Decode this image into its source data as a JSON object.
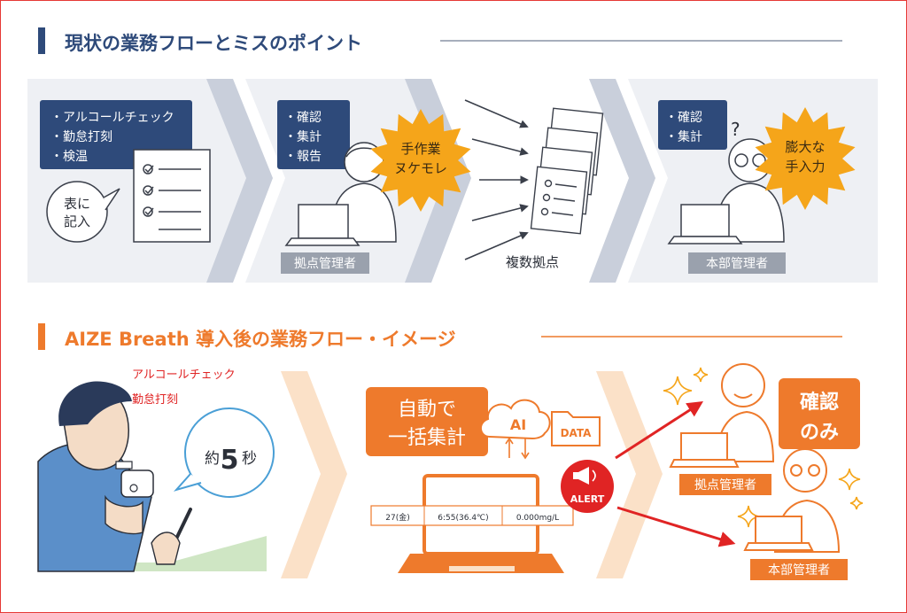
{
  "section1": {
    "title": "現状の業務フローとミスのポイント",
    "step1_items": [
      "・アルコールチェック",
      "・勤怠打刻",
      "・検温"
    ],
    "bubble_lines": [
      "表に",
      "記入"
    ],
    "step2_items": [
      "・確認",
      "・集計",
      "・報告"
    ],
    "star1_lines": [
      "手作業",
      "ヌケモレ"
    ],
    "step2_label": "拠点管理者",
    "multi_label": "複数拠点",
    "step3_items": [
      "・確認",
      "・集計"
    ],
    "question_mark": "?",
    "star2_lines": [
      "膨大な",
      "手入力"
    ],
    "step3_label": "本部管理者"
  },
  "section2": {
    "title": "AIZE Breath 導入後の業務フロー・イメージ",
    "red_lines": [
      "アルコールチェック",
      "勤怠打刻"
    ],
    "bubble_prefix": "約",
    "bubble_number": "5",
    "bubble_suffix": "秒",
    "auto_lines": [
      "自動で",
      "一括集計"
    ],
    "ai_label": "AI",
    "data_label": "DATA",
    "screen_cells": [
      "27(金)",
      "6:55(36.4℃)",
      "0.000mg/L"
    ],
    "alert_label": "ALERT",
    "confirm_lines": [
      "確認",
      "のみ"
    ],
    "label_site": "拠点管理者",
    "label_hq": "本部管理者"
  },
  "colors": {
    "navy": "#2e4a7a",
    "orange": "#ee7a2c",
    "star": "#f5a51a",
    "red": "#e02424",
    "chevron_gray": "#c9cfdb",
    "chevron_peach": "#fbe1c8",
    "label_gray": "#9aa1ad"
  }
}
